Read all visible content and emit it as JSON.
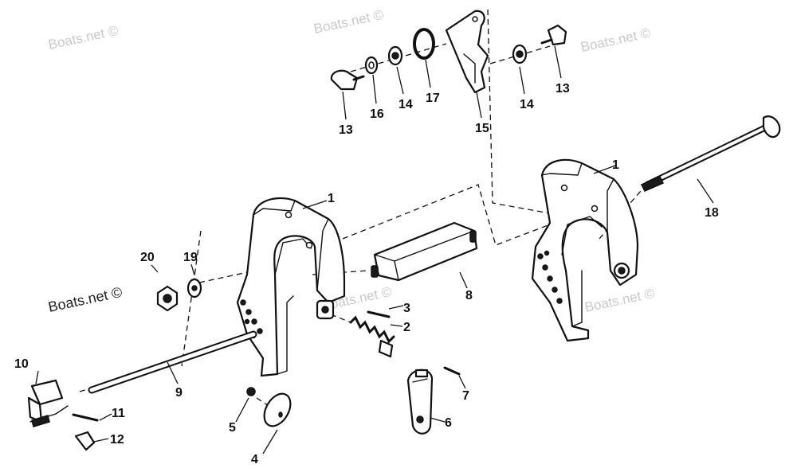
{
  "watermarks": {
    "main": "Boats.net ©",
    "faint": "Boats.net ©"
  },
  "callouts": {
    "c1a": "1",
    "c1b": "1",
    "c2": "2",
    "c3": "3",
    "c4": "4",
    "c5": "5",
    "c6": "6",
    "c7": "7",
    "c8": "8",
    "c9": "9",
    "c10": "10",
    "c11": "11",
    "c12": "12",
    "c13a": "13",
    "c13b": "13",
    "c14a": "14",
    "c14b": "14",
    "c15": "15",
    "c16": "16",
    "c17": "17",
    "c18": "18",
    "c19": "19",
    "c20": "20"
  }
}
